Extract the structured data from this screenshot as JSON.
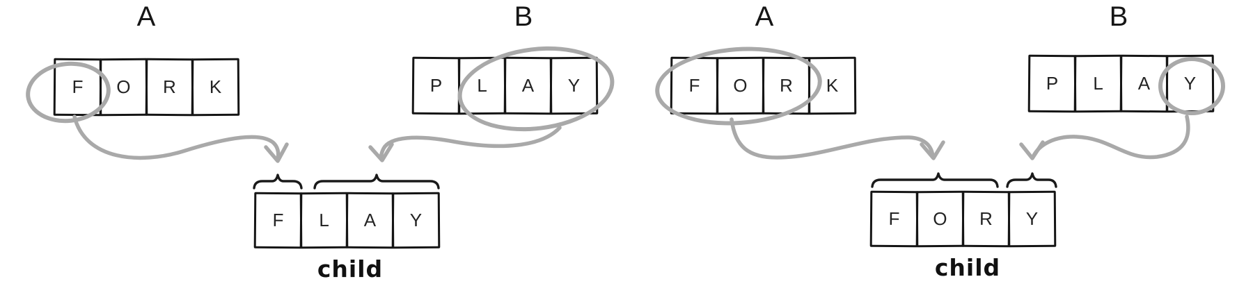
{
  "colors": {
    "ink": "#1a1a1a",
    "marker_gray": "#a9a9a9"
  },
  "panels": [
    {
      "parent_a": {
        "label": "A",
        "letters": [
          "F",
          "O",
          "R",
          "K"
        ],
        "selected_letters": "F"
      },
      "parent_b": {
        "label": "B",
        "letters": [
          "P",
          "L",
          "A",
          "Y"
        ],
        "selected_letters": "LAY"
      },
      "child": {
        "letters": [
          "F",
          "L",
          "A",
          "Y"
        ],
        "caption": "child",
        "from_a": "F",
        "from_b": "LAY"
      }
    },
    {
      "parent_a": {
        "label": "A",
        "letters": [
          "F",
          "O",
          "R",
          "K"
        ],
        "selected_letters": "FOR"
      },
      "parent_b": {
        "label": "B",
        "letters": [
          "P",
          "L",
          "A",
          "Y"
        ],
        "selected_letters": "Y"
      },
      "child": {
        "letters": [
          "F",
          "O",
          "R",
          "Y"
        ],
        "caption": "child",
        "from_a": "FOR",
        "from_b": "Y"
      }
    }
  ]
}
